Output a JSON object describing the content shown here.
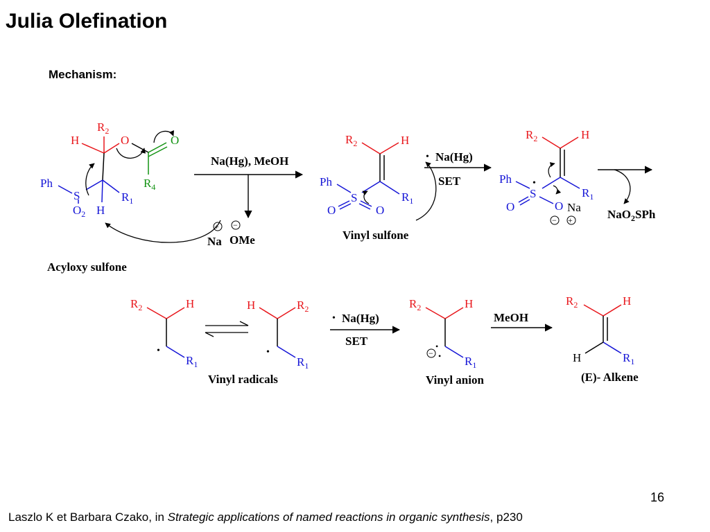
{
  "slide": {
    "title": "Julia Olefination",
    "section_label": "Mechanism:",
    "page_number": "16",
    "citation_prefix": "Laszlo K et Barbara Czako, in ",
    "citation_book": "Strategic applications of named reactions in organic synthesis",
    "citation_suffix": ", p230"
  },
  "colors": {
    "red": "#e8161b",
    "blue": "#1515d6",
    "green": "#129212",
    "black": "#000000"
  },
  "atoms": {
    "H": "H",
    "O": "O",
    "S": "S",
    "Ph": "Ph",
    "Na": "Na",
    "R": "R",
    "sub1": "1",
    "sub2": "2",
    "sub4": "4",
    "O2_main": "O",
    "O2_sub": "2",
    "plus": "+",
    "minus": "−",
    "radical_dot": "•"
  },
  "reagents": {
    "step1": "Na(Hg), MeOH",
    "base_na": "Na",
    "base_ome": "OMe",
    "step2_reagent": "Na(Hg)",
    "step2_condition": "SET",
    "step3_byproduct_main": "NaO",
    "step3_byproduct_sub": "2",
    "step3_byproduct_tail": "SPh",
    "step4_reagent": "Na(Hg)",
    "step4_condition": "SET",
    "step5_reagent": "MeOH"
  },
  "structure_labels": {
    "acyloxy_sulfone": "Acyloxy sulfone",
    "vinyl_sulfone": "Vinyl sulfone",
    "vinyl_radicals": "Vinyl radicals",
    "vinyl_anion": "Vinyl anion",
    "e_alkene": "(E)- Alkene"
  }
}
